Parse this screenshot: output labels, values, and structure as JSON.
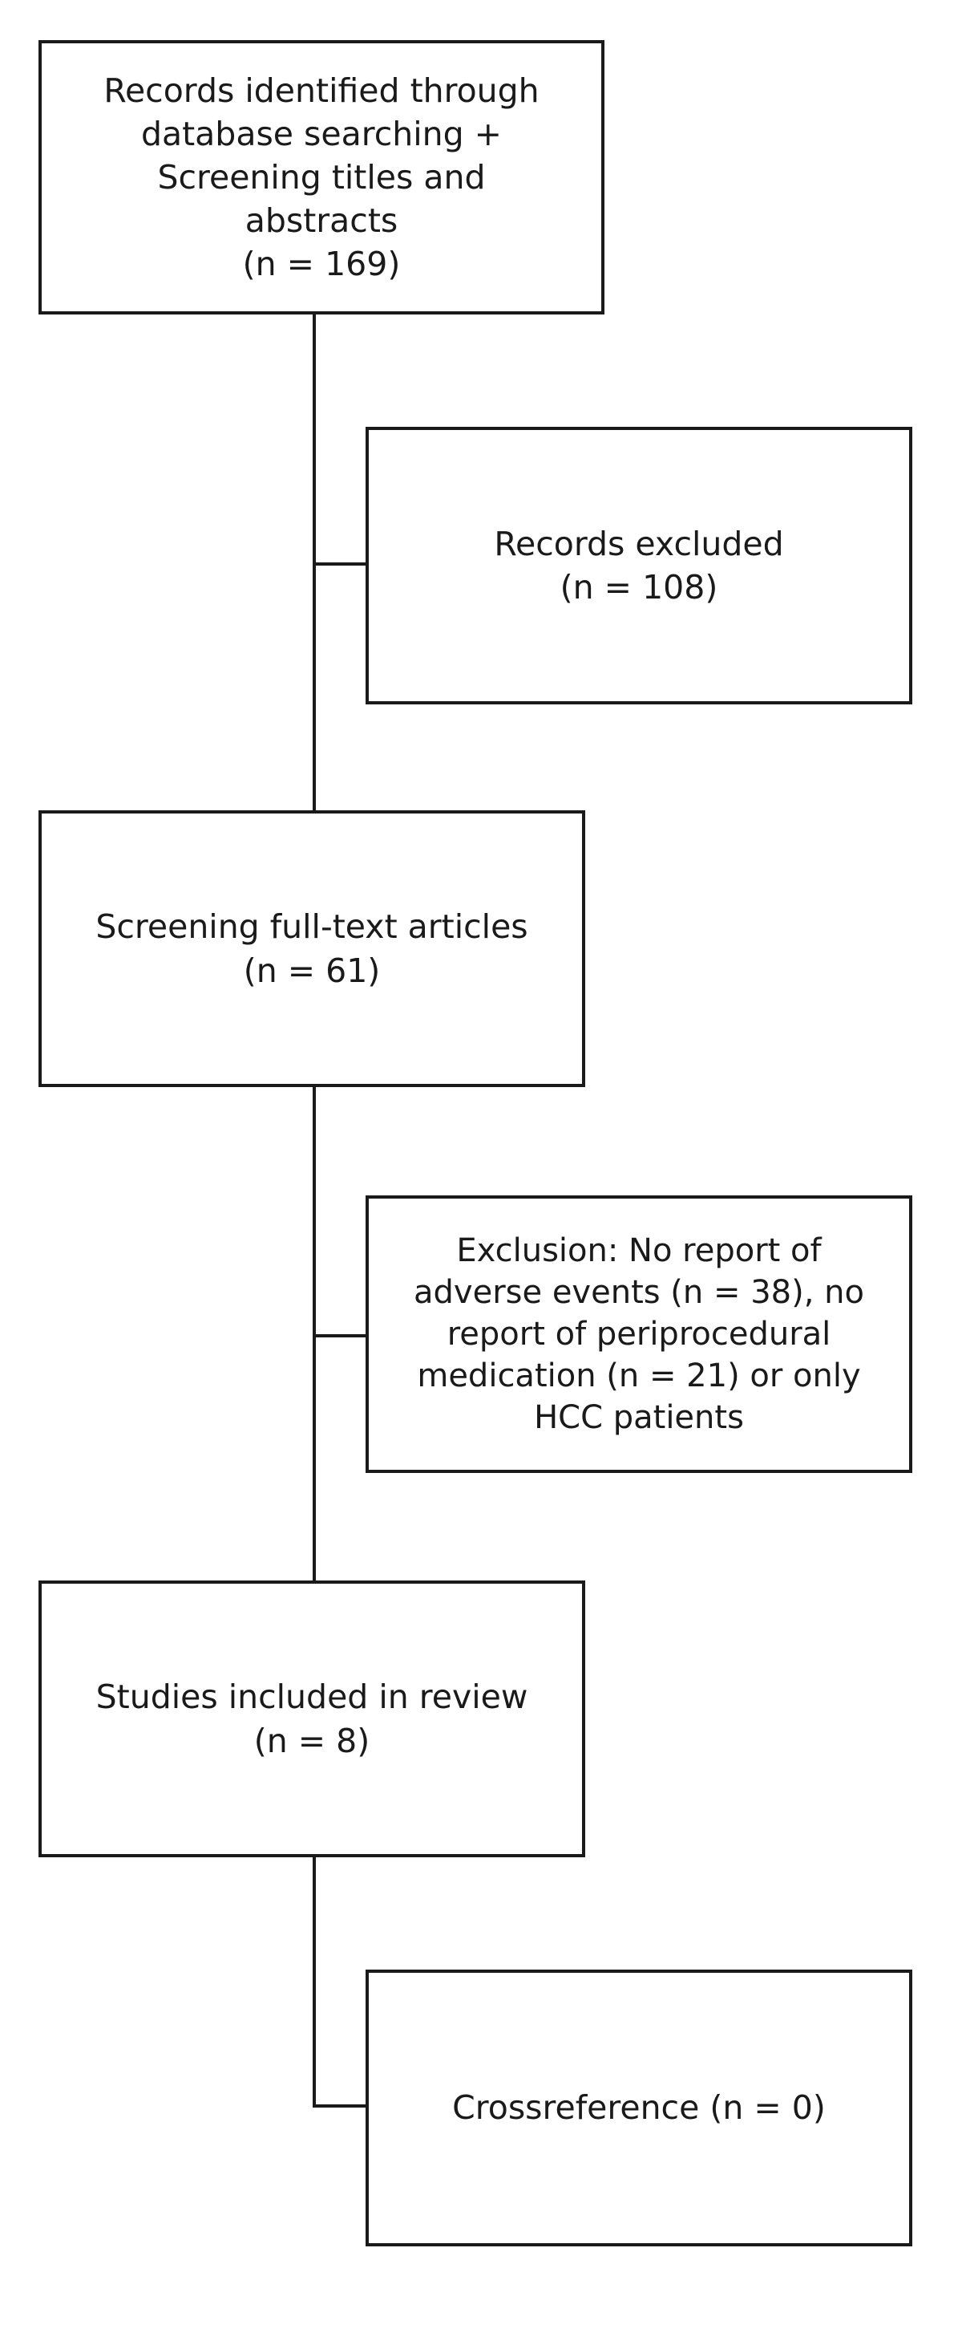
{
  "flow": {
    "identified": {
      "lines": [
        "Records identified through",
        "database searching +",
        "Screening titles and",
        "abstracts"
      ],
      "count": "(n = 169)"
    },
    "excluded": {
      "lines": [
        "Records excluded"
      ],
      "count": "(n = 108)"
    },
    "screening": {
      "lines": [
        "Screening full-text articles"
      ],
      "count": "(n = 61)"
    },
    "exclusion": {
      "lines": [
        "Exclusion: No report of",
        "adverse events (n = 38), no",
        "report of periprocedural",
        "medication (n = 21) or only",
        "HCC patients"
      ]
    },
    "included": {
      "lines": [
        "Studies included in review"
      ],
      "count": "(n = 8)"
    },
    "crossref": {
      "lines": [
        "Crossreference (n = 0)"
      ]
    }
  }
}
